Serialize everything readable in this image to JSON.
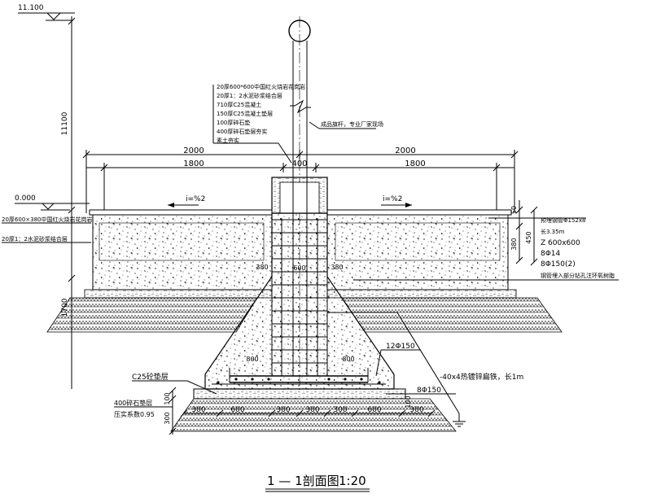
{
  "elevations": {
    "top": "11.100",
    "ground": "0.000"
  },
  "dimensions": {
    "pole_height": "11100",
    "left_total": "2000",
    "right_total": "2000",
    "left_inner": "1800",
    "right_inner": "1800",
    "center": "400",
    "foundation_depth": "1700",
    "surface_50": "50",
    "layer_380": "380",
    "layer_450": "450",
    "cap_width": "600",
    "side_800_left": "800",
    "side_800_right": "800",
    "bottom_100": "100",
    "bottom_300": "300",
    "base_dims": [
      "300",
      "600",
      "300",
      "300",
      "300",
      "600",
      "300"
    ],
    "right_100": "100"
  },
  "layer_notes": [
    "20厚600*600中国红火烧岩花岗岩",
    "20厚1：2水泥砂浆结合层",
    "710厚C25混凝土",
    "150厚C25混凝土垫层",
    "100厚碎石垫",
    "400厚碎石垫层夯实",
    "素土夯实"
  ],
  "labels": {
    "pole_note": "成品旗杆，专业厂家现场",
    "slope_left": "i=%2",
    "slope_right": "i=%2",
    "left_layer_1": "20厚600×380中国红火烧岩花岗岩",
    "left_layer_2": "20厚1：2水泥砂浆结合层",
    "cap_label": "380",
    "right_note_1": "预埋钢管Φ152x8",
    "right_note_2": "长3.35m",
    "right_note_3": "Z 600x600",
    "right_note_4": "8Φ14",
    "right_note_5": "8Φ150(2)",
    "right_note_6": "钢管埋入部分钻孔注环氧树脂",
    "rebar_1": "12Φ150",
    "ground_wire": "-40x4热镀锌扁铁，长1m",
    "rebar_2": "8Φ150",
    "c25": "C25砼垫层",
    "crushed_stone": "400碎石垫层",
    "compaction": "压实系数0.95"
  },
  "title": {
    "main": "1 — 1剖面图",
    "scale": "1:20"
  }
}
